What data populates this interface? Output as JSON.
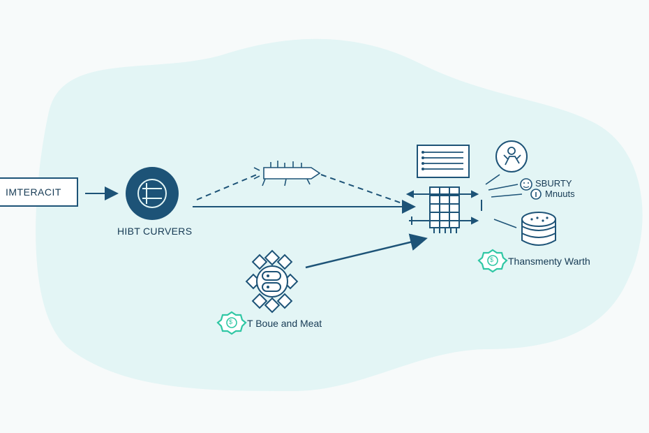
{
  "nodes": {
    "input_box": {
      "label": "IMTERACIT"
    },
    "hub": {
      "label": "HIBT CURVERS"
    },
    "security": {
      "line1": "SBURTY",
      "line2": "Mnuuts"
    },
    "storage": {
      "label": "Thansmenty Warth",
      "badge": "$"
    },
    "cluster": {
      "label": "T Boue and Meat",
      "badge": "$"
    }
  },
  "colors": {
    "ink": "#163a54",
    "hub_fill": "#1d5377",
    "blob": "#e3f5f5",
    "badge": "#2fc7a4"
  }
}
